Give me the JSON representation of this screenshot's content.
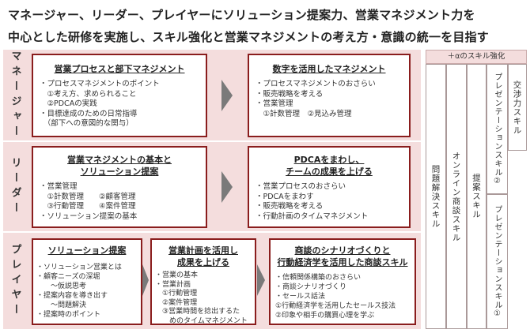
{
  "title": {
    "line1": "マネージャー、リーダー、プレイヤーにソリューション提案力、営業マネジメント力を",
    "line2": "中心とした研修を実施し、スキル強化と営業マネジメントの考え方・意識の統一を目指す"
  },
  "rows": {
    "manager": {
      "label": "マネージャー",
      "box1": {
        "title": "営業プロセスと部下マネジメント",
        "items": [
          "・プロセスマネジメントのポイント",
          "　①考え方、求められること",
          "　②PDCAの実践",
          "・目標達成のための日常指導",
          "　（部下への意図的な関与）"
        ]
      },
      "box2": {
        "title": "数字を活用したマネジメント",
        "items": [
          "・プロセスマネジメントのおさらい",
          "・販売戦略を考える",
          "・営業管理",
          "　①計数管理　②見込み管理"
        ]
      }
    },
    "leader": {
      "label": "リーダー",
      "box1": {
        "title1": "営業マネジメントの基本と",
        "title2": "ソリューション提案",
        "items": [
          "・営業管理",
          "　①計数管理　　②顧客管理",
          "　③行動管理　　④案件管理",
          "・ソリューション提案の基本"
        ]
      },
      "box2": {
        "title1": "PDCAをまわし、",
        "title2": "チームの成果を上げる",
        "items": [
          "・営業プロセスのおさらい",
          "・PDCAをまわす",
          "・販売戦略を考える",
          "・行動計画のタイムマネジメント"
        ]
      }
    },
    "player": {
      "label": "プレイヤー",
      "box1": {
        "title": "ソリューション提案",
        "items": [
          "・ソリューション営業とは",
          "・顧客ニーズの深堀",
          "　　〜仮説思考",
          "・提案内容を導き出す",
          "　　〜問題解決",
          "・提案時のポイント"
        ]
      },
      "box2": {
        "title1": "営業計画を活用し",
        "title2": "成果を上げる",
        "items": [
          "・営業の基本",
          "・営業計画",
          "　①行動管理",
          "　②案件管理",
          "　③営業時間を捻出するた",
          "　　めのタイムマネジメント"
        ]
      },
      "box3": {
        "title1": "商談のシナリオづくりと",
        "title2": "行動経済学を活用した商談スキル",
        "items": [
          "・信頼関係構築のおさらい",
          "・商談シナリオづくり",
          "・セールス話法",
          "①行動経済学を活用したセールス技法",
          "②印象や相手の購買心理を学ぶ"
        ]
      }
    }
  },
  "skills": {
    "header": "＋αのスキル強化",
    "col1": "問題解決スキル",
    "col2": "オンライン商談スキル",
    "col3": "提案スキル",
    "col4_top": "プレゼンテーションスキル②",
    "col4_bottom": "プレゼンテーションスキル①",
    "col5": "交渉力スキル"
  }
}
